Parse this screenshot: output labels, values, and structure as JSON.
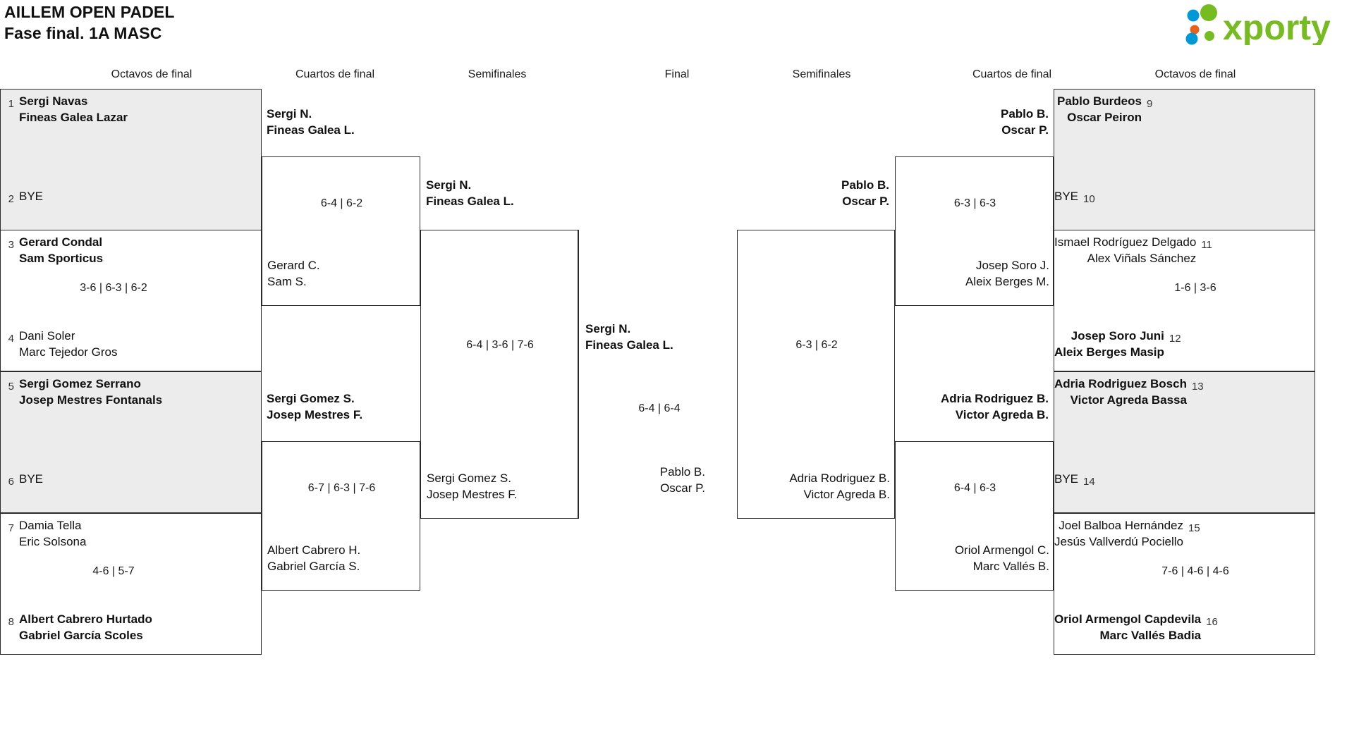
{
  "header": {
    "tournament_name": "AILLEM OPEN PADEL",
    "stage": "Fase final. 1A MASC",
    "logo_text": "xporty",
    "logo_colors": {
      "green": "#76bc21",
      "blue": "#0099d8",
      "orange": "#e8611a"
    }
  },
  "round_headers": {
    "left_r16": "Octavos de final",
    "left_qf": "Cuartos de final",
    "left_sf": "Semifinales",
    "final": "Final",
    "right_sf": "Semifinales",
    "right_qf": "Cuartos de final",
    "right_r16": "Octavos de final"
  },
  "bracket": {
    "left_round_of_16": [
      {
        "score": "",
        "players": [
          {
            "seed": "1",
            "line1": "Sergi Navas",
            "line2": "Fineas Galea Lazar",
            "winner": true,
            "bye": false
          },
          {
            "seed": "2",
            "line1": "BYE",
            "line2": "",
            "winner": false,
            "bye": true
          }
        ]
      },
      {
        "score": "3-6 | 6-3 | 6-2",
        "players": [
          {
            "seed": "3",
            "line1": "Gerard Condal",
            "line2": "Sam Sporticus",
            "winner": true,
            "bye": false
          },
          {
            "seed": "4",
            "line1": "Dani Soler",
            "line2": "Marc Tejedor Gros",
            "winner": false,
            "bye": false
          }
        ]
      },
      {
        "score": "",
        "players": [
          {
            "seed": "5",
            "line1": "Sergi Gomez Serrano",
            "line2": "Josep Mestres Fontanals",
            "winner": true,
            "bye": false
          },
          {
            "seed": "6",
            "line1": "BYE",
            "line2": "",
            "winner": false,
            "bye": true
          }
        ]
      },
      {
        "score": "4-6 | 5-7",
        "players": [
          {
            "seed": "7",
            "line1": "Damia Tella",
            "line2": "Eric Solsona",
            "winner": false,
            "bye": false
          },
          {
            "seed": "8",
            "line1": "Albert Cabrero Hurtado",
            "line2": "Gabriel García Scoles",
            "winner": true,
            "bye": false
          }
        ]
      }
    ],
    "left_quarterfinals": [
      {
        "score": "6-4 | 6-2",
        "top": {
          "line1": "Sergi N.",
          "line2": "Fineas Galea L.",
          "winner": true
        },
        "bottom": {
          "line1": "Gerard C.",
          "line2": "Sam S.",
          "winner": false
        }
      },
      {
        "score": "6-7 | 6-3 | 7-6",
        "top": {
          "line1": "Sergi Gomez S.",
          "line2": "Josep Mestres F.",
          "winner": true
        },
        "bottom": {
          "line1": "Albert Cabrero H.",
          "line2": "Gabriel García S.",
          "winner": false
        }
      }
    ],
    "left_semifinal": {
      "score": "6-4 | 3-6 | 7-6",
      "top": {
        "line1": "Sergi N.",
        "line2": "Fineas Galea L.",
        "winner": true
      },
      "bottom": {
        "line1": "Sergi Gomez S.",
        "line2": "Josep Mestres F.",
        "winner": false
      }
    },
    "final": {
      "score": "6-4 | 6-4",
      "top": {
        "line1": "Sergi N.",
        "line2": "Fineas Galea L.",
        "winner": true
      },
      "bottom": {
        "line1": "Pablo B.",
        "line2": "Oscar P.",
        "winner": false
      }
    },
    "right_semifinal": {
      "score": "6-3 | 6-2",
      "top": {
        "line1": "Pablo B.",
        "line2": "Oscar P.",
        "winner": true
      },
      "bottom": {
        "line1": "Adria Rodriguez B.",
        "line2": "Victor Agreda B.",
        "winner": false
      }
    },
    "right_quarterfinals": [
      {
        "score": "6-3 | 6-3",
        "top": {
          "line1": "Pablo B.",
          "line2": "Oscar P.",
          "winner": true
        },
        "bottom": {
          "line1": "Josep Soro J.",
          "line2": "Aleix Berges M.",
          "winner": false
        }
      },
      {
        "score": "6-4 | 6-3",
        "top": {
          "line1": "Adria Rodriguez B.",
          "line2": "Victor Agreda B.",
          "winner": true
        },
        "bottom": {
          "line1": "Oriol Armengol C.",
          "line2": "Marc Vallés B.",
          "winner": false
        }
      }
    ],
    "right_round_of_16": [
      {
        "score": "",
        "players": [
          {
            "seed": "9",
            "line1": "Pablo Burdeos",
            "line2": "Oscar Peiron",
            "winner": true,
            "bye": false
          },
          {
            "seed": "10",
            "line1": "BYE",
            "line2": "",
            "winner": false,
            "bye": true
          }
        ]
      },
      {
        "score": "1-6 | 3-6",
        "players": [
          {
            "seed": "11",
            "line1": "Ismael Rodríguez Delgado",
            "line2": "Alex Viñals Sánchez",
            "winner": false,
            "bye": false
          },
          {
            "seed": "12",
            "line1": "Josep Soro Juni",
            "line2": "Aleix Berges Masip",
            "winner": true,
            "bye": false
          }
        ]
      },
      {
        "score": "",
        "players": [
          {
            "seed": "13",
            "line1": "Adria Rodriguez Bosch",
            "line2": "Victor Agreda Bassa",
            "winner": true,
            "bye": false
          },
          {
            "seed": "14",
            "line1": "BYE",
            "line2": "",
            "winner": false,
            "bye": true
          }
        ]
      },
      {
        "score": "7-6 | 4-6 | 4-6",
        "players": [
          {
            "seed": "15",
            "line1": "Joel Balboa Hernández",
            "line2": "Jesús Vallverdú Pociello",
            "winner": false,
            "bye": false
          },
          {
            "seed": "16",
            "line1": "Oriol Armengol Capdevila",
            "line2": "Marc Vallés Badia",
            "winner": true,
            "bye": false
          }
        ]
      }
    ]
  }
}
